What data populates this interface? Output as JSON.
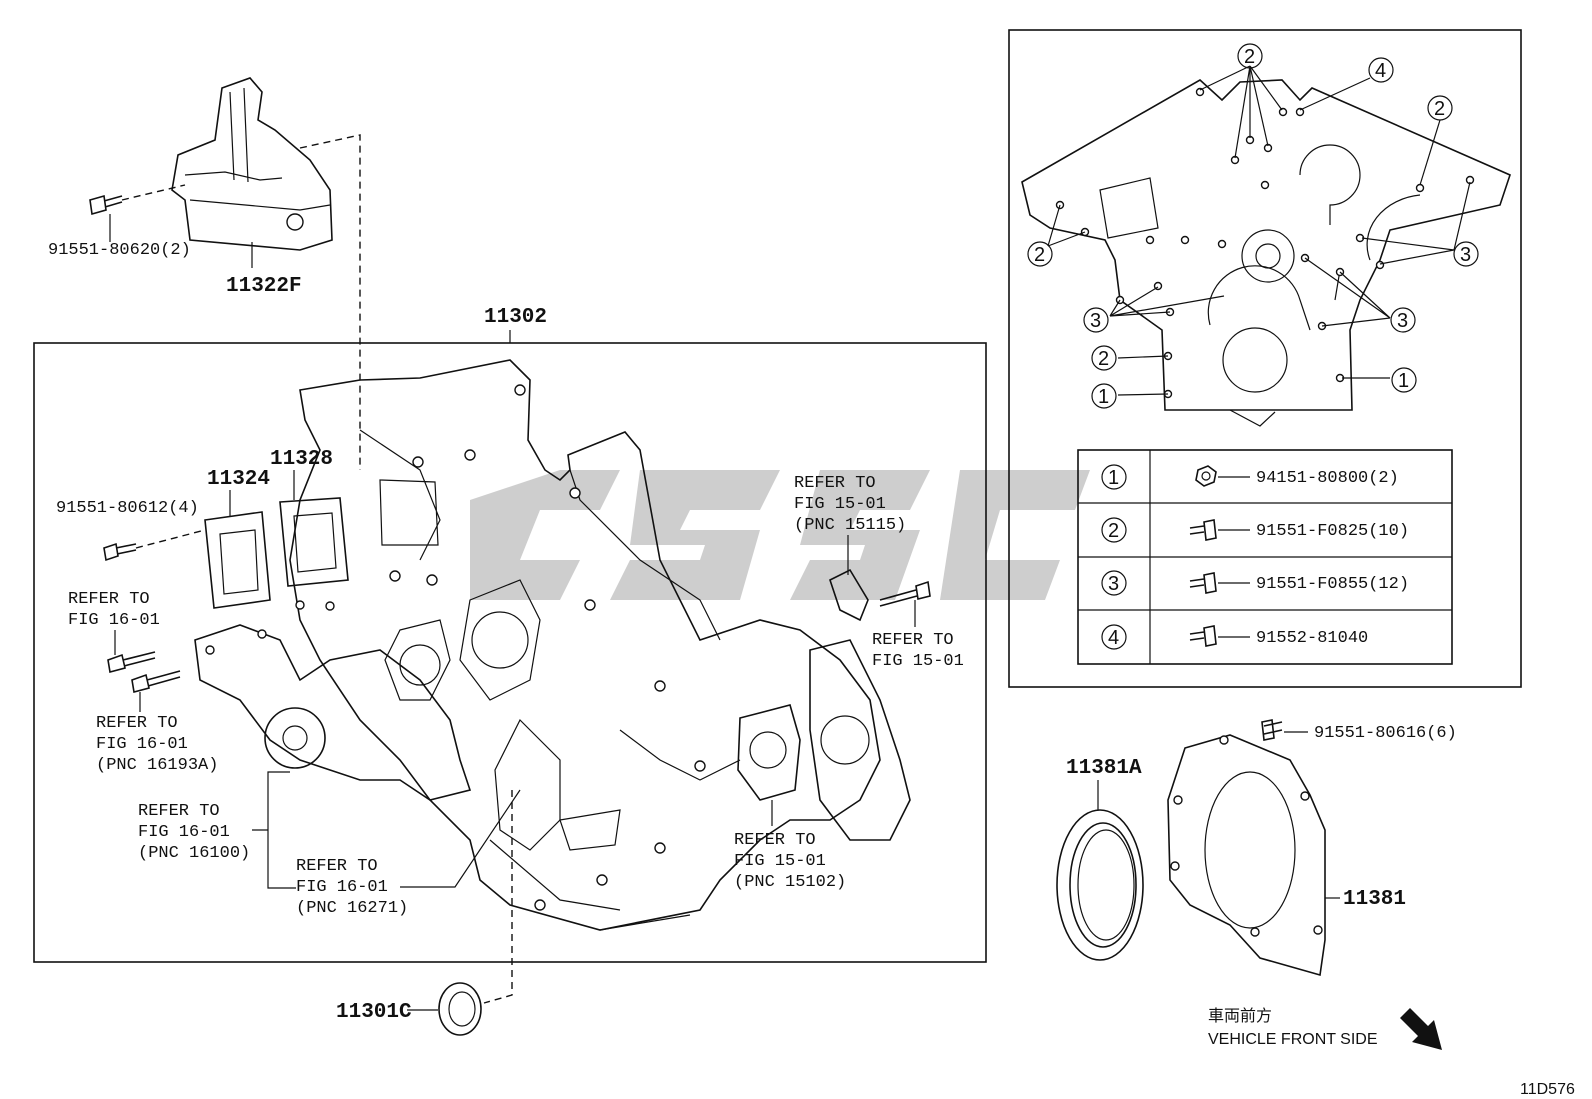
{
  "parts": {
    "p11322F": "11322F",
    "p11322F_bolt": "91551-80620(2)",
    "p11302": "11302",
    "p11324": "11324",
    "p11328": "11328",
    "p11324_bolt": "91551-80612(4)",
    "p11301C": "11301C",
    "p11381A": "11381A",
    "p11381": "11381",
    "p11381_bolt": "91551-80616(6)"
  },
  "refs": {
    "r1_a": "REFER TO",
    "r1_b": "FIG 16-01",
    "r2_a": "REFER TO",
    "r2_b": "FIG 16-01",
    "r2_c": "(PNC 16193A)",
    "r3_a": "REFER TO",
    "r3_b": "FIG 16-01",
    "r3_c": "(PNC 16100)",
    "r4_a": "REFER TO",
    "r4_b": "FIG 16-01",
    "r4_c": "(PNC 16271)",
    "r5_a": "REFER TO",
    "r5_b": "FIG 15-01",
    "r5_c": "(PNC 15102)",
    "r6_a": "REFER TO",
    "r6_b": "FIG 15-01",
    "r6_c": "(PNC 15115)",
    "r7_a": "REFER TO",
    "r7_b": "FIG 15-01"
  },
  "inset": {
    "callouts": [
      "1",
      "2",
      "3",
      "4"
    ],
    "legend": [
      {
        "key": "1",
        "part": "94151-80800(2)"
      },
      {
        "key": "2",
        "part": "91551-F0825(10)"
      },
      {
        "key": "3",
        "part": "91551-F0855(12)"
      },
      {
        "key": "4",
        "part": "91552-81040"
      }
    ]
  },
  "direction": {
    "jp": "車両前方",
    "en": "VEHICLE FRONT SIDE"
  },
  "figure_id": "11D576"
}
